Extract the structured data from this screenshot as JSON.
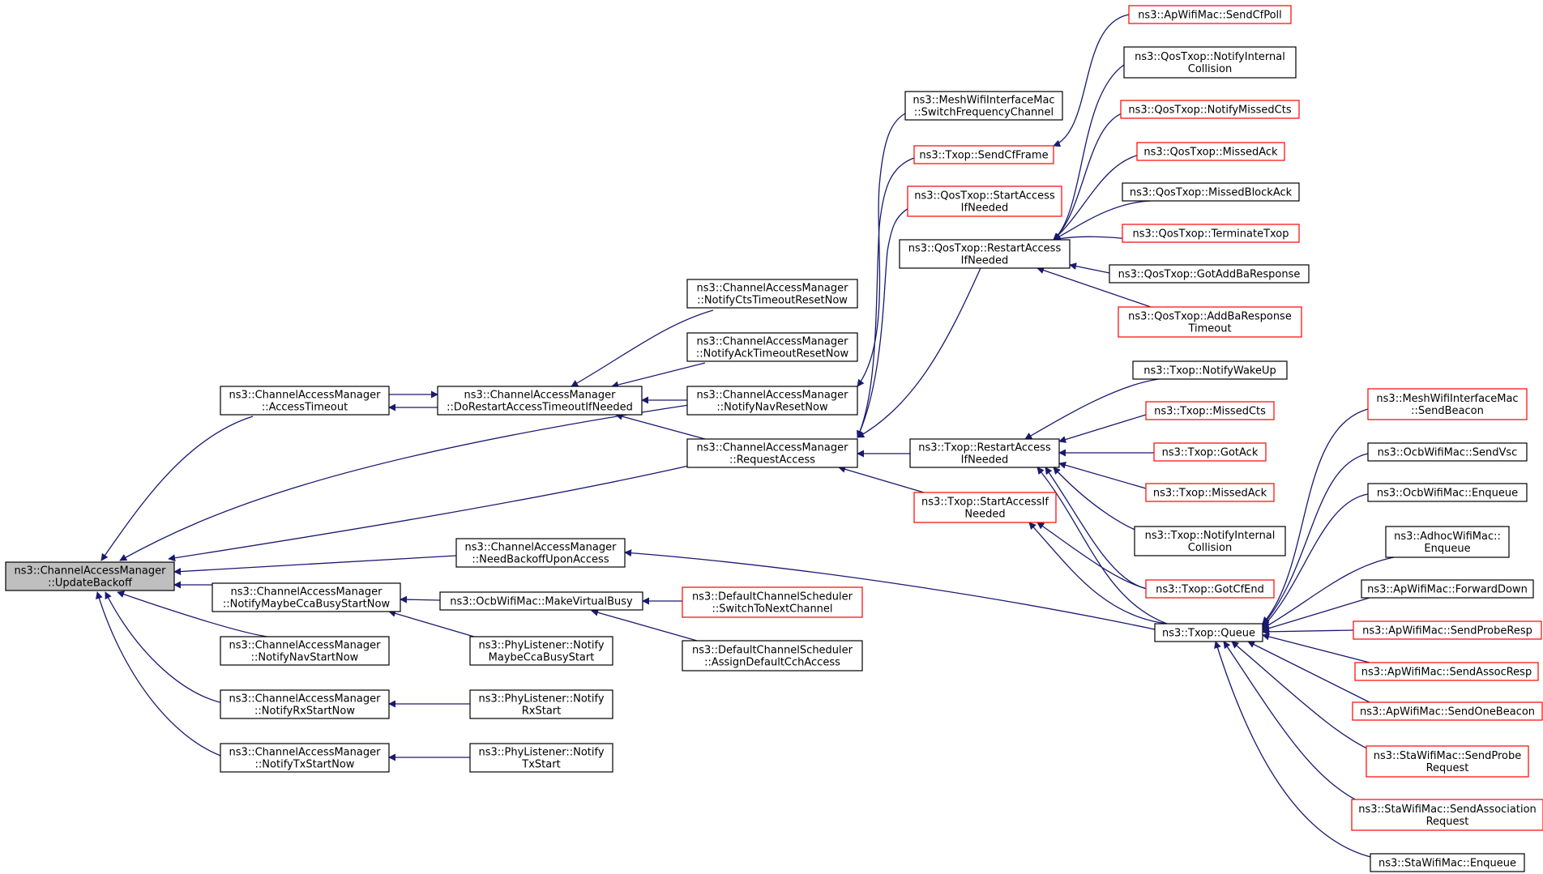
{
  "colors": {
    "edge": "#191970",
    "border_normal": "#000000",
    "border_truncated": "#ff0000",
    "root_fill": "#bfbfbf",
    "node_fill": "#ffffff"
  },
  "nodes": [
    {
      "id": "update-backoff",
      "lines": [
        "ns3::ChannelAccessManager",
        "::UpdateBackoff"
      ],
      "style": "root"
    },
    {
      "id": "access-timeout",
      "lines": [
        "ns3::ChannelAccessManager",
        "::AccessTimeout"
      ],
      "style": "normal"
    },
    {
      "id": "do-restart",
      "lines": [
        "ns3::ChannelAccessManager",
        "::DoRestartAccessTimeoutIfNeeded"
      ],
      "style": "normal"
    },
    {
      "id": "need-backoff",
      "lines": [
        "ns3::ChannelAccessManager",
        "::NeedBackoffUponAccess"
      ],
      "style": "normal"
    },
    {
      "id": "notify-maybe-cca",
      "lines": [
        "ns3::ChannelAccessManager",
        "::NotifyMaybeCcaBusyStartNow"
      ],
      "style": "normal"
    },
    {
      "id": "notify-nav-start",
      "lines": [
        "ns3::ChannelAccessManager",
        "::NotifyNavStartNow"
      ],
      "style": "normal"
    },
    {
      "id": "notify-rx-start",
      "lines": [
        "ns3::ChannelAccessManager",
        "::NotifyRxStartNow"
      ],
      "style": "normal"
    },
    {
      "id": "notify-tx-start",
      "lines": [
        "ns3::ChannelAccessManager",
        "::NotifyTxStartNow"
      ],
      "style": "normal"
    },
    {
      "id": "ocb-make-virtual-busy",
      "lines": [
        "ns3::OcbWifiMac::MakeVirtualBusy"
      ],
      "style": "normal"
    },
    {
      "id": "phy-maybe-cca",
      "lines": [
        "ns3::PhyListener::Notify",
        "MaybeCcaBusyStart"
      ],
      "style": "normal"
    },
    {
      "id": "phy-rx-start",
      "lines": [
        "ns3::PhyListener::Notify",
        "RxStart"
      ],
      "style": "normal"
    },
    {
      "id": "phy-tx-start",
      "lines": [
        "ns3::PhyListener::Notify",
        "TxStart"
      ],
      "style": "normal"
    },
    {
      "id": "notify-cts-timeout",
      "lines": [
        "ns3::ChannelAccessManager",
        "::NotifyCtsTimeoutResetNow"
      ],
      "style": "normal"
    },
    {
      "id": "notify-ack-timeout",
      "lines": [
        "ns3::ChannelAccessManager",
        "::NotifyAckTimeoutResetNow"
      ],
      "style": "normal"
    },
    {
      "id": "notify-nav-reset",
      "lines": [
        "ns3::ChannelAccessManager",
        "::NotifyNavResetNow"
      ],
      "style": "normal"
    },
    {
      "id": "request-access",
      "lines": [
        "ns3::ChannelAccessManager",
        "::RequestAccess"
      ],
      "style": "normal"
    },
    {
      "id": "dcs-switch-channel",
      "lines": [
        "ns3::DefaultChannelScheduler",
        "::SwitchToNextChannel"
      ],
      "style": "truncated"
    },
    {
      "id": "dcs-assign-default",
      "lines": [
        "ns3::DefaultChannelScheduler",
        "::AssignDefaultCchAccess"
      ],
      "style": "normal"
    },
    {
      "id": "mesh-switch-freq",
      "lines": [
        "ns3::MeshWifiInterfaceMac",
        "::SwitchFrequencyChannel"
      ],
      "style": "normal"
    },
    {
      "id": "txop-send-cf-frame",
      "lines": [
        "ns3::Txop::SendCfFrame"
      ],
      "style": "truncated"
    },
    {
      "id": "qos-start-access",
      "lines": [
        "ns3::QosTxop::StartAccess",
        "IfNeeded"
      ],
      "style": "truncated"
    },
    {
      "id": "qos-restart-access",
      "lines": [
        "ns3::QosTxop::RestartAccess",
        "IfNeeded"
      ],
      "style": "normal"
    },
    {
      "id": "txop-restart-access",
      "lines": [
        "ns3::Txop::RestartAccess",
        "IfNeeded"
      ],
      "style": "normal"
    },
    {
      "id": "txop-start-access",
      "lines": [
        "ns3::Txop::StartAccessIf",
        "Needed"
      ],
      "style": "truncated"
    },
    {
      "id": "txop-queue",
      "lines": [
        "ns3::Txop::Queue"
      ],
      "style": "normal"
    },
    {
      "id": "ap-send-cf-poll",
      "lines": [
        "ns3::ApWifiMac::SendCfPoll"
      ],
      "style": "truncated"
    },
    {
      "id": "qos-notify-internal-collision",
      "lines": [
        "ns3::QosTxop::NotifyInternal",
        "Collision"
      ],
      "style": "normal"
    },
    {
      "id": "qos-notify-missed-cts",
      "lines": [
        "ns3::QosTxop::NotifyMissedCts"
      ],
      "style": "truncated"
    },
    {
      "id": "qos-missed-ack",
      "lines": [
        "ns3::QosTxop::MissedAck"
      ],
      "style": "truncated"
    },
    {
      "id": "qos-missed-block-ack",
      "lines": [
        "ns3::QosTxop::MissedBlockAck"
      ],
      "style": "normal"
    },
    {
      "id": "qos-terminate-txop",
      "lines": [
        "ns3::QosTxop::TerminateTxop"
      ],
      "style": "truncated"
    },
    {
      "id": "qos-got-addba-response",
      "lines": [
        "ns3::QosTxop::GotAddBaResponse"
      ],
      "style": "normal"
    },
    {
      "id": "qos-addba-response-timeout",
      "lines": [
        "ns3::QosTxop::AddBaResponse",
        "Timeout"
      ],
      "style": "truncated"
    },
    {
      "id": "txop-notify-wakeup",
      "lines": [
        "ns3::Txop::NotifyWakeUp"
      ],
      "style": "normal"
    },
    {
      "id": "txop-missed-cts",
      "lines": [
        "ns3::Txop::MissedCts"
      ],
      "style": "truncated"
    },
    {
      "id": "txop-got-ack",
      "lines": [
        "ns3::Txop::GotAck"
      ],
      "style": "truncated"
    },
    {
      "id": "txop-missed-ack",
      "lines": [
        "ns3::Txop::MissedAck"
      ],
      "style": "truncated"
    },
    {
      "id": "txop-notify-internal-collision",
      "lines": [
        "ns3::Txop::NotifyInternal",
        "Collision"
      ],
      "style": "normal"
    },
    {
      "id": "txop-got-cf-end",
      "lines": [
        "ns3::Txop::GotCfEnd"
      ],
      "style": "truncated"
    },
    {
      "id": "mesh-send-beacon",
      "lines": [
        "ns3::MeshWifiInterfaceMac",
        "::SendBeacon"
      ],
      "style": "truncated"
    },
    {
      "id": "ocb-send-vsc",
      "lines": [
        "ns3::OcbWifiMac::SendVsc"
      ],
      "style": "normal"
    },
    {
      "id": "ocb-enqueue",
      "lines": [
        "ns3::OcbWifiMac::Enqueue"
      ],
      "style": "normal"
    },
    {
      "id": "adhoc-enqueue",
      "lines": [
        "ns3::AdhocWifiMac::",
        "Enqueue"
      ],
      "style": "normal"
    },
    {
      "id": "ap-forward-down",
      "lines": [
        "ns3::ApWifiMac::ForwardDown"
      ],
      "style": "normal"
    },
    {
      "id": "ap-send-probe-resp",
      "lines": [
        "ns3::ApWifiMac::SendProbeResp"
      ],
      "style": "truncated"
    },
    {
      "id": "ap-send-assoc-resp",
      "lines": [
        "ns3::ApWifiMac::SendAssocResp"
      ],
      "style": "truncated"
    },
    {
      "id": "ap-send-one-beacon",
      "lines": [
        "ns3::ApWifiMac::SendOneBeacon"
      ],
      "style": "truncated"
    },
    {
      "id": "sta-send-probe-request",
      "lines": [
        "ns3::StaWifiMac::SendProbe",
        "Request"
      ],
      "style": "truncated"
    },
    {
      "id": "sta-send-association-request",
      "lines": [
        "ns3::StaWifiMac::SendAssociation",
        "Request"
      ],
      "style": "truncated"
    },
    {
      "id": "sta-enqueue",
      "lines": [
        "ns3::StaWifiMac::Enqueue"
      ],
      "style": "normal"
    }
  ]
}
